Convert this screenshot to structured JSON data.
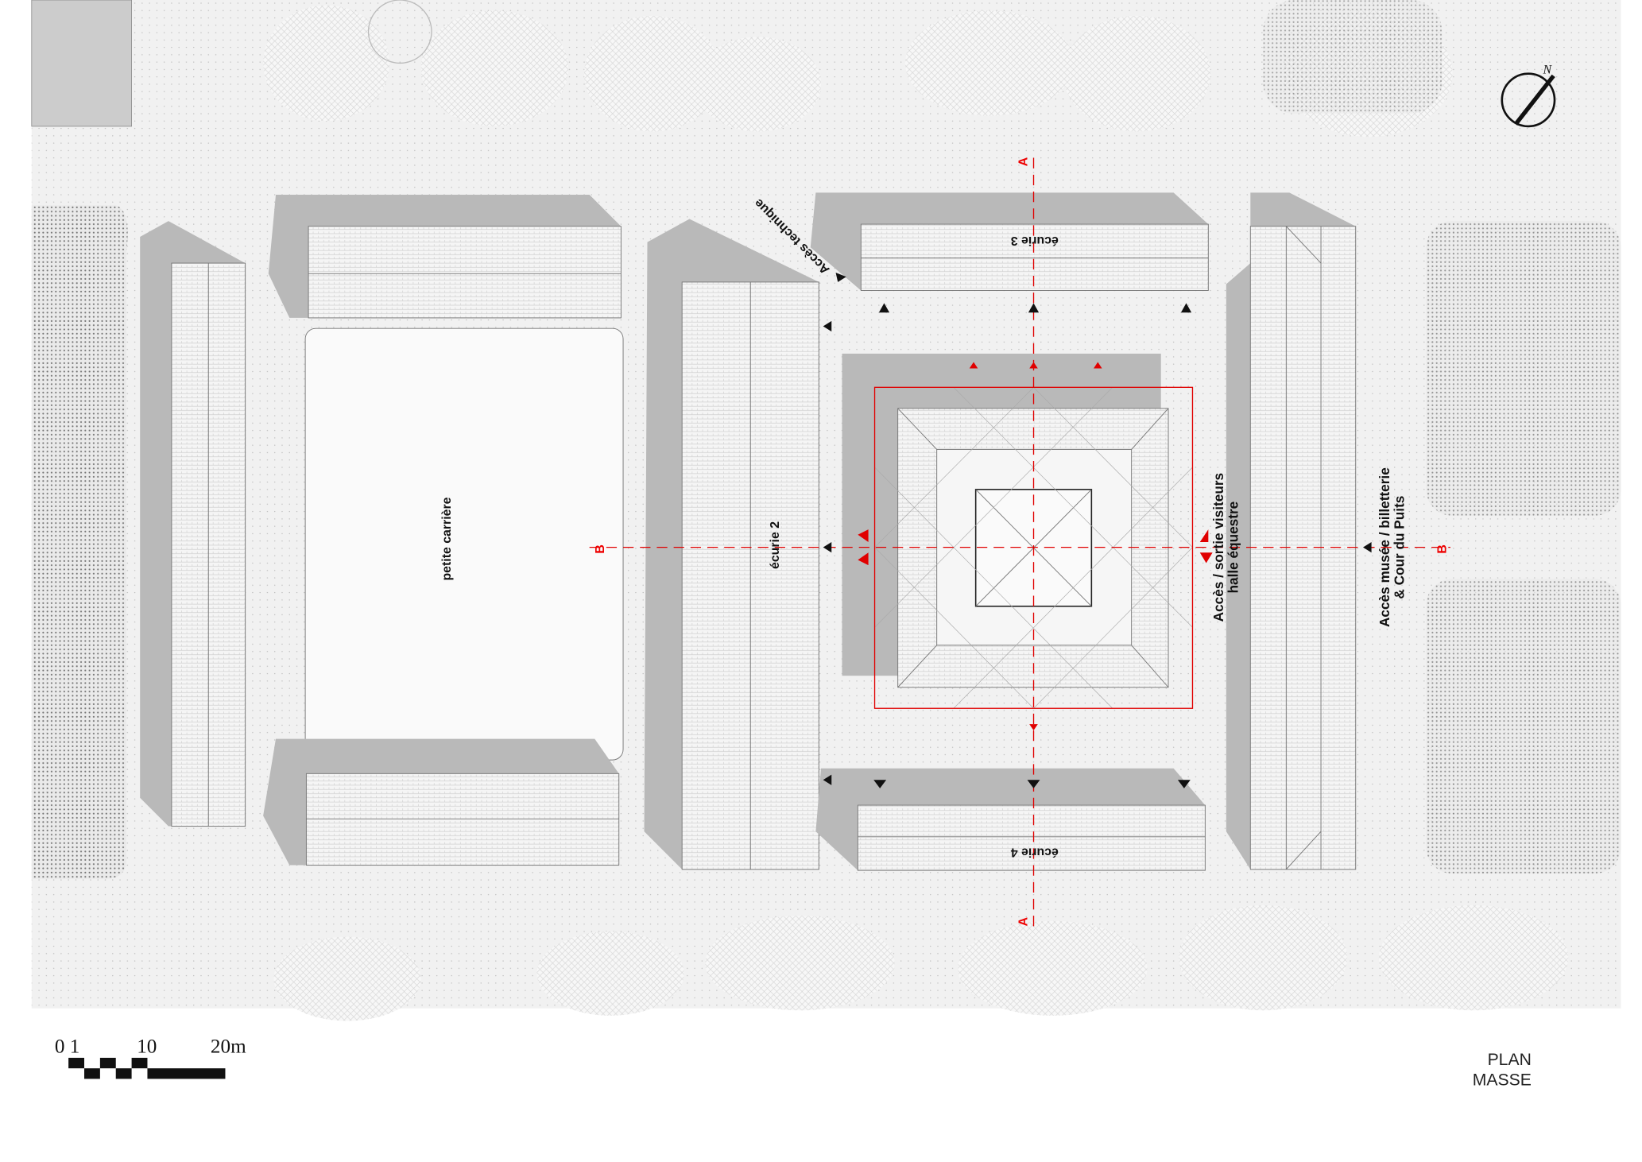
{
  "labels": {
    "petite_carriere": "petite carrière",
    "ecurie_2": "écurie 2",
    "ecurie_3": "écurie 3",
    "ecurie_4": "écurie 4",
    "acces_technique": "Accès technique",
    "acces_visiteurs_line1": "Accès / sortie visiteurs",
    "acces_visiteurs_line2": "halle équestre",
    "acces_musee_line1": "Accès musée / billetterie",
    "acces_musee_line2": "& Cour du Puits"
  },
  "section_marks": {
    "a": "A",
    "b": "B"
  },
  "north": "N",
  "scale_bar": {
    "t0": "0 1",
    "t10": "10",
    "t20": "20m"
  },
  "title": {
    "line1": "PLAN",
    "line2": "MASSE"
  },
  "colors": {
    "accent": "#e00000",
    "shadow": "#b9b9b9",
    "ground": "#f1f1f1"
  }
}
